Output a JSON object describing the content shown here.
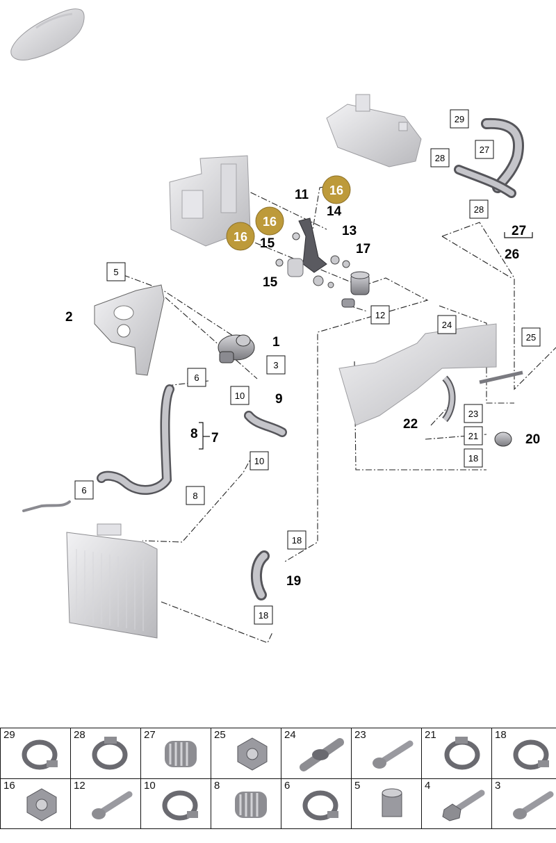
{
  "callouts": {
    "boxed": [
      "5",
      "3",
      "6",
      "10",
      "10",
      "6",
      "8",
      "29",
      "27",
      "28",
      "28",
      "12",
      "24",
      "25",
      "23",
      "21",
      "18",
      "18",
      "18"
    ],
    "bold": [
      "1",
      "2",
      "7",
      "8",
      "9",
      "11",
      "13",
      "14",
      "15",
      "15",
      "17",
      "19",
      "20",
      "22",
      "26",
      "27"
    ],
    "highlighted": [
      "16",
      "16",
      "16"
    ]
  },
  "highlight_color": "#bd9a3a",
  "parts_table": {
    "row1": [
      {
        "num": "29",
        "icon": "hose-clamp-icon"
      },
      {
        "num": "28",
        "icon": "hose-clamp-icon"
      },
      {
        "num": "27",
        "icon": "ribbed-clip-icon"
      },
      {
        "num": "25",
        "icon": "nut-icon"
      },
      {
        "num": "24",
        "icon": "collar-bolt-icon"
      },
      {
        "num": "23",
        "icon": "bolt-icon"
      },
      {
        "num": "21",
        "icon": "hose-clamp-icon"
      },
      {
        "num": "18",
        "icon": "hose-clamp-icon"
      }
    ],
    "row2": [
      {
        "num": "16",
        "icon": "nut-icon"
      },
      {
        "num": "12",
        "icon": "bolt-icon"
      },
      {
        "num": "10",
        "icon": "hose-clamp-icon"
      },
      {
        "num": "8",
        "icon": "ribbed-clip-icon"
      },
      {
        "num": "6",
        "icon": "hose-clamp-icon"
      },
      {
        "num": "5",
        "icon": "flange-nut-icon"
      },
      {
        "num": "4",
        "icon": "flange-bolt-icon"
      },
      {
        "num": "3",
        "icon": "bolt-icon"
      }
    ]
  }
}
